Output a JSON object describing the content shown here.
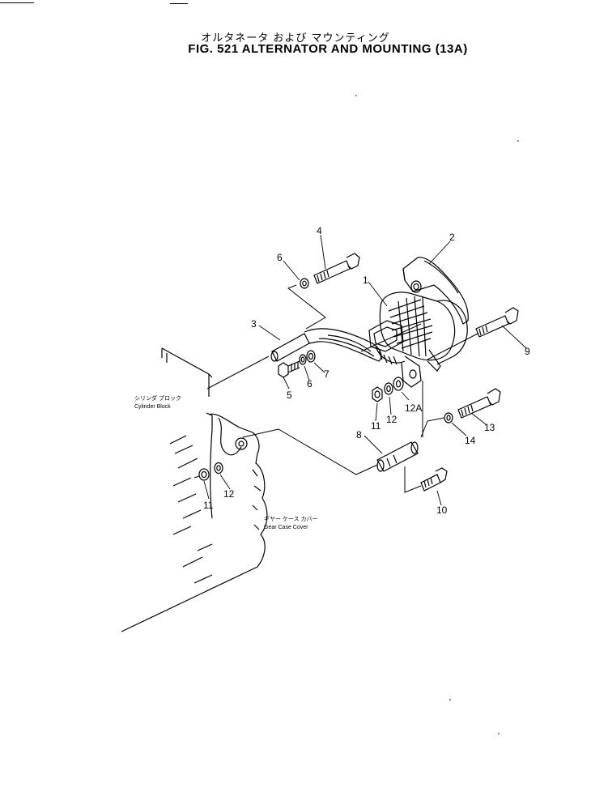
{
  "header": {
    "title_jp": "オルタネータ および マウンティング",
    "title_en": "FIG. 521  ALTERNATOR  AND  MOUNTING  (13A)"
  },
  "labels": {
    "cylinder_block_jp": "シリンダ ブロック",
    "cylinder_block_en": "Cylinder Block",
    "gear_case_cover_jp": "ギヤー ケース カバー",
    "gear_case_cover_en": "Gear Case Cover"
  },
  "callouts": {
    "c1": "1",
    "c2": "2",
    "c3": "3",
    "c4": "4",
    "c5": "5",
    "c6a": "6",
    "c6b": "6",
    "c7": "7",
    "c8": "8",
    "c9": "9",
    "c10": "10",
    "c11a": "11",
    "c11b": "11",
    "c12a": "12",
    "c12b": "12",
    "c12A": "12A",
    "c13": "13",
    "c14": "14"
  }
}
